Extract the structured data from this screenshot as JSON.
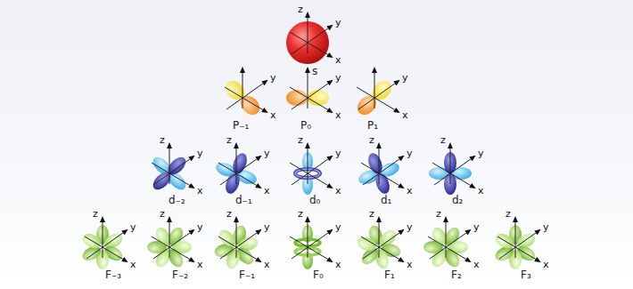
{
  "diagram": {
    "labels": [
      "z",
      "y",
      "x",
      "s",
      "y",
      "x",
      "P₋₁",
      "y",
      "x",
      "P₀",
      "y",
      "x",
      "P₁",
      "z",
      "y",
      "x",
      "d₋₂",
      "z",
      "y",
      "x",
      "d₋₁",
      "z",
      "y",
      "x",
      "d₀",
      "z",
      "y",
      "x",
      "d₁",
      "z",
      "y",
      "x",
      "d₂",
      "z",
      "y",
      "x",
      "F₋₃",
      "z",
      "y",
      "x",
      "F₋₂",
      "z",
      "y",
      "x",
      "F₋₁",
      "z",
      "y",
      "x",
      "F₀",
      "z",
      "y",
      "x",
      "F₁",
      "z",
      "y",
      "x",
      "F₂",
      "z",
      "y",
      "x",
      "F₃"
    ]
  }
}
